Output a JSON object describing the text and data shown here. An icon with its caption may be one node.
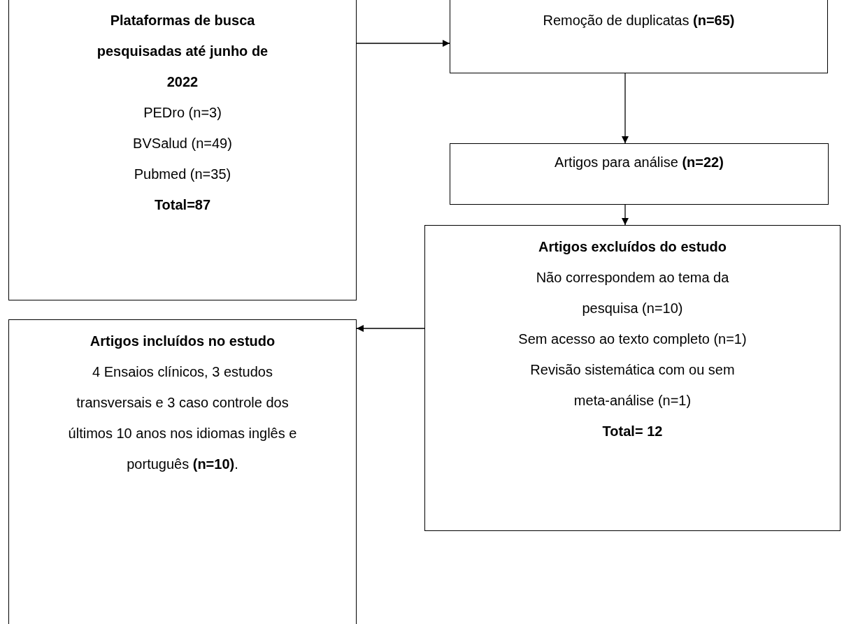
{
  "diagram": {
    "nodes": [
      {
        "text": [
          "Plataformas de busca pesquisadas até junho de 2022",
          "PEDro (n=3)",
          "BVSalud (n=49)",
          "Pubmed (n=35)",
          "Total=87"
        ]
      },
      {
        "text": [
          "Remoção de duplicatas **(n=65)**"
        ]
      },
      {
        "text": [
          "Artigos para análise **(n=22)**"
        ]
      },
      {
        "text": [
          "Artigos excluídos do estudo",
          "Não correspondem ao tema da pesquisa (n=10)",
          "Sem acesso ao texto completo (n=1)",
          "Revisão sistemática com ou sem meta-análise (n=1)",
          "Total= 12"
        ]
      },
      {
        "text": [
          "Artigos incluídos no estudo",
          "4 Ensaios clínicos, 3 estudos transversais e 3 caso controle dos últimos 10 anos nos idiomas inglês e português **(n=10)**."
        ]
      }
    ],
    "edges": [
      {
        "from": 0,
        "to": 1,
        "arrow": "to"
      },
      {
        "from": 1,
        "to": 2,
        "arrow": "to"
      },
      {
        "from": 2,
        "to": 3,
        "arrow": "to"
      },
      {
        "from": 3,
        "to": 4,
        "arrow": "to"
      }
    ]
  }
}
